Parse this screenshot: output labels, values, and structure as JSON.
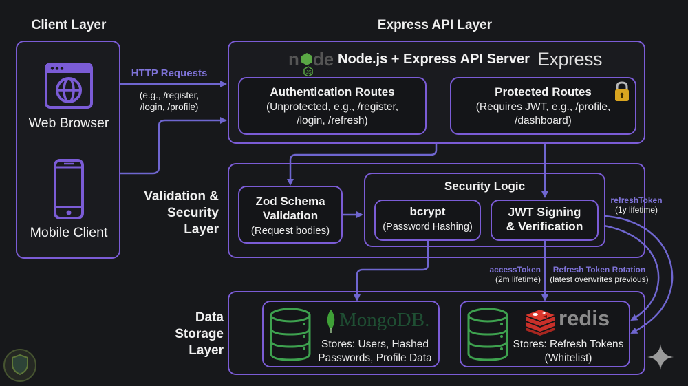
{
  "colors": {
    "background": "#17181b",
    "border_accent": "#7b5cd6",
    "arrow": "#6f66d0",
    "label_accent": "#7f73d8",
    "db_icon": "#3ea24f",
    "node_green": "#5aa845",
    "redis_red": "#d0332c",
    "lock_gold": "#d9a520"
  },
  "layers": {
    "client": {
      "title": "Client Layer"
    },
    "express": {
      "title": "Express API Layer"
    },
    "validation": {
      "title": "Validation & Security Layer",
      "lines": [
        "Validation &",
        "Security",
        "Layer"
      ]
    },
    "storage": {
      "title": "Data Storage Layer",
      "lines": [
        "Data",
        "Storage",
        "Layer"
      ]
    }
  },
  "clients": [
    {
      "label": "Web Browser",
      "icon": "browser-globe-icon"
    },
    {
      "label": "Mobile Client",
      "icon": "mobile-phone-icon"
    }
  ],
  "http_requests": {
    "title": "HTTP Requests",
    "detail_lines": [
      "(e.g., /register,",
      "/login, /profile)"
    ]
  },
  "server": {
    "title": "Node.js + Express API Server",
    "node_logo_text": "node",
    "node_badge": "JS",
    "express_logo_text": "Express",
    "auth_routes": {
      "title": "Authentication Routes",
      "lines": [
        "(Unprotected, e.g., /register,",
        "/login, /refresh)"
      ]
    },
    "protected_routes": {
      "title": "Protected Routes",
      "lines": [
        "(Requires JWT, e.g., /profile,",
        "/dashboard)"
      ],
      "icon": "lock-icon"
    }
  },
  "validation": {
    "zod": {
      "title_lines": [
        "Zod Schema",
        "Validation"
      ],
      "sub": "(Request bodies)"
    },
    "security_logic": {
      "title": "Security Logic",
      "bcrypt": {
        "title": "bcrypt",
        "sub": "(Password Hashing)"
      },
      "jwt": {
        "title_lines": [
          "JWT Signing",
          "& Verification"
        ]
      }
    }
  },
  "token_labels": {
    "refresh": {
      "title": "refreshToken",
      "sub": "(1y lifetime)"
    },
    "access": {
      "title": "accessToken",
      "sub": "(2m lifetime)"
    },
    "rotation": {
      "title": "Refresh Token Rotation",
      "sub": "(latest overwrites previous)"
    }
  },
  "storage": {
    "mongodb": {
      "logo_text": "MongoDB.",
      "lines": [
        "Stores: Users, Hashed",
        "Passwords, Profile Data"
      ]
    },
    "redis": {
      "logo_text": "redis",
      "lines": [
        "Stores: Refresh Tokens",
        "(Whitelist)"
      ]
    }
  }
}
